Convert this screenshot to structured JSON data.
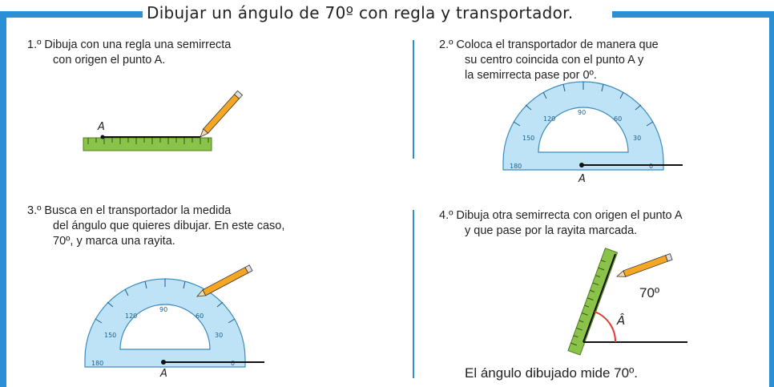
{
  "title": "Dibujar un ángulo de 70º con regla y  transportador.",
  "steps": [
    {
      "lines": [
        "1.º Dibuja con una regla una semirrecta",
        "con origen el punto A."
      ]
    },
    {
      "lines": [
        "2.º Coloca el transportador de manera que",
        "su centro coincida con el punto A y",
        "la semirrecta pase por 0º."
      ]
    },
    {
      "lines": [
        "3.º Busca en el transportador la medida",
        "del ángulo que quieres dibujar. En este caso,",
        "70º, y marca una rayita."
      ]
    },
    {
      "lines": [
        "4.º Dibuja otra semirrecta con origen el punto A",
        "y que pase por la rayita marcada."
      ]
    }
  ],
  "point_label": "A",
  "protractor_ticks": [
    "180",
    "150",
    "120",
    "90",
    "60",
    "30",
    "0"
  ],
  "angle_label": "70º",
  "angle_symbol": "Â",
  "conclusion": "El ángulo dibujado mide 70º.",
  "colors": {
    "accent": "#2b8fd6",
    "ruler": "#8bc34a",
    "protractor": "#bfe3f6",
    "pencil": "#f5a623",
    "arc": "#e53935"
  }
}
